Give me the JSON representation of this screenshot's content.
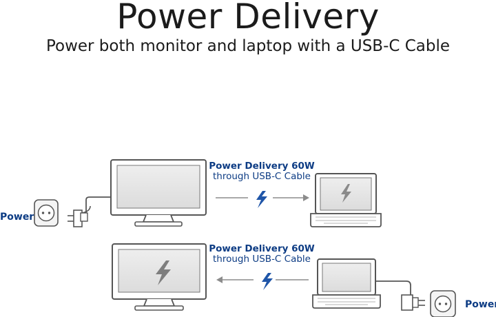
{
  "header": {
    "title": "Power Delivery",
    "subtitle": "Power both monitor and laptop with a USB-C Cable"
  },
  "top_row": {
    "label_line1": "Power Delivery 60W",
    "label_line2": "through USB-C Cable",
    "power_label": "Power"
  },
  "bottom_row": {
    "label_line1": "Power Delivery 60W",
    "label_line2": "through USB-C Cable",
    "power_label": "Power"
  },
  "colors": {
    "accent_blue": "#0d3c84",
    "device_outline": "#555555",
    "screen_fill": "#e6e6e6",
    "arrow_gray": "#8c8c8c"
  }
}
